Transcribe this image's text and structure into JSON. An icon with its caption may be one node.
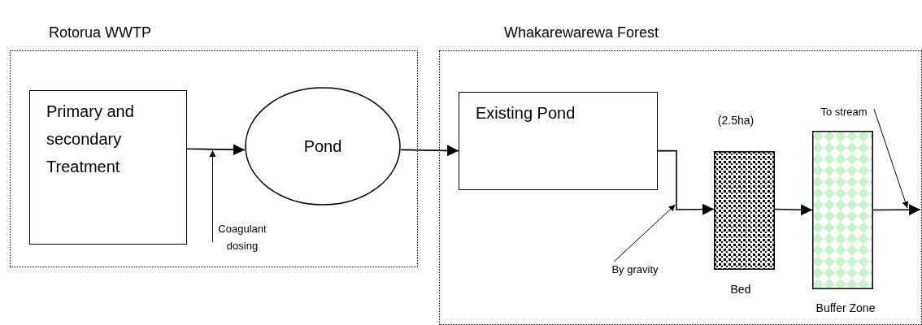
{
  "diagram": {
    "nodes": [
      {
        "text": [
          "Rotorua WWTP"
        ]
      },
      {
        "text": [
          "Primary and secondary Treatment"
        ],
        "in": 0
      },
      {
        "text": [
          "Pond"
        ],
        "in": 0
      },
      {
        "text": [
          "Coagulant dosing"
        ],
        "in": 0
      },
      {
        "text": [
          "Whakarewarewa Forest"
        ]
      },
      {
        "text": [
          "Existing Pond"
        ],
        "in": 4
      },
      {
        "text": [],
        "shape": "box",
        "beside": [
          "(2.5ha)",
          "Bed"
        ],
        "in": 4
      },
      {
        "text": [],
        "shape": "box",
        "beside": [
          "Buffer Zone"
        ],
        "in": 4
      },
      {
        "text": [
          "By gravity"
        ],
        "in": 4
      },
      {
        "text": [
          "To stream"
        ],
        "in": 4
      }
    ],
    "edges": [
      {
        "from": 1,
        "to": 2,
        "arrow": "to"
      },
      {
        "from": 3,
        "to": null,
        "arrow": "to"
      },
      {
        "from": 2,
        "to": 5,
        "arrow": "to"
      },
      {
        "from": 5,
        "to": 6,
        "arrow": "to"
      },
      {
        "from": 8,
        "to": null,
        "arrow": "to"
      },
      {
        "from": 6,
        "to": 7,
        "arrow": "to"
      },
      {
        "from": 7,
        "to": null,
        "arrow": "to"
      },
      {
        "from": 9,
        "to": null,
        "arrow": "to"
      }
    ]
  }
}
